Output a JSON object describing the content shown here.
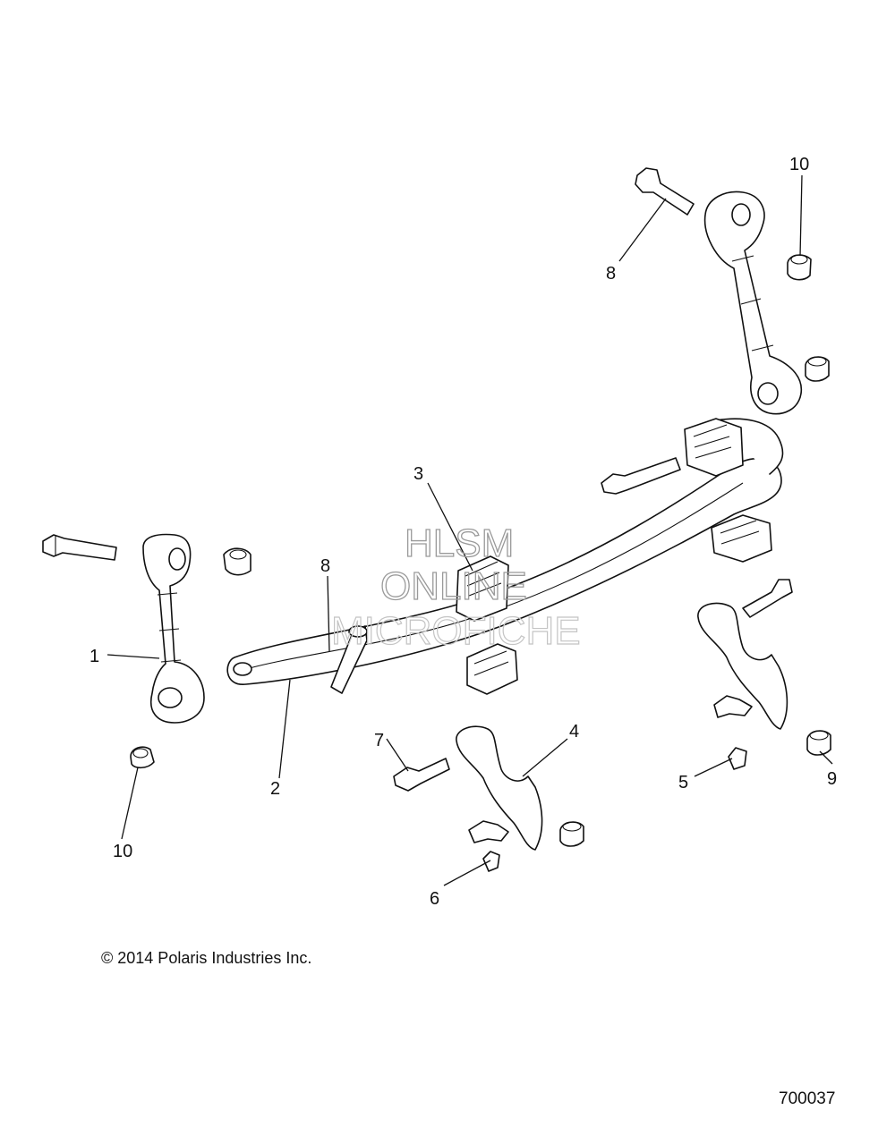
{
  "callouts": {
    "c1": "1",
    "c2": "2",
    "c3": "3",
    "c4": "4",
    "c5": "5",
    "c6": "6",
    "c7": "7",
    "c8a": "8",
    "c8b": "8",
    "c9": "9",
    "c10a": "10",
    "c10b": "10"
  },
  "watermark": {
    "line1": "HLSM",
    "line2": "ONLINE",
    "line3": "MICROFICHE"
  },
  "footer": {
    "copyright": "© 2014 Polaris Industries Inc.",
    "figure_number": "700037"
  }
}
